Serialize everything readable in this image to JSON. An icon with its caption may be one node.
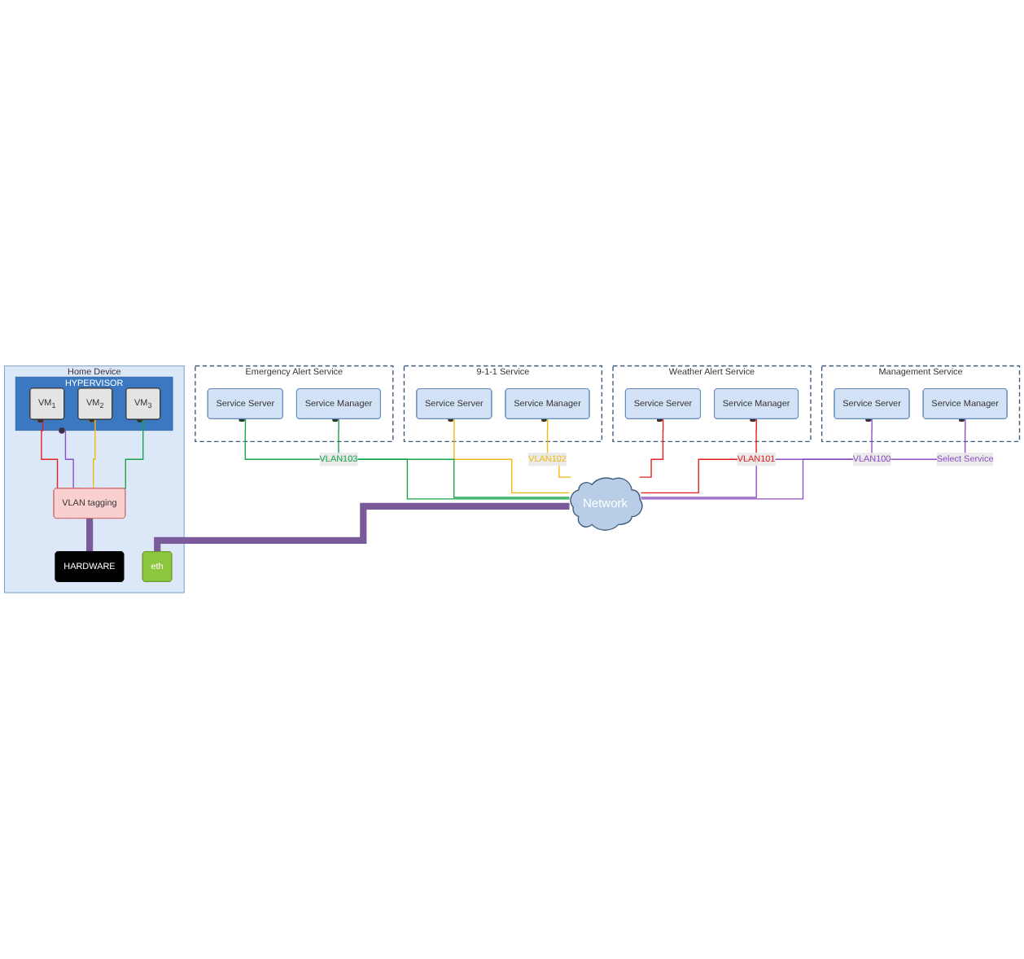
{
  "diagram": {
    "nodes": [
      {
        "text": [
          "Management Service"
        ]
      },
      {
        "text": [
          "Service Server"
        ],
        "in": 0
      },
      {
        "text": [
          "Service Manager"
        ],
        "in": 0
      },
      {
        "text": [
          "Weather Alert Service"
        ]
      },
      {
        "text": [
          "Service Server"
        ],
        "in": 3
      },
      {
        "text": [
          "Service Manager"
        ],
        "in": 3
      },
      {
        "text": [
          "9-1-1 Service"
        ]
      },
      {
        "text": [
          "Service Server"
        ],
        "in": 6
      },
      {
        "text": [
          "Service Manager"
        ],
        "in": 6
      },
      {
        "text": [
          "Emergency Alert Service"
        ]
      },
      {
        "text": [
          "Service Server"
        ],
        "in": 9
      },
      {
        "text": [
          "Service Manager"
        ],
        "in": 9
      },
      {
        "text": [
          "Network"
        ]
      },
      {
        "text": [
          "Home Device"
        ]
      },
      {
        "text": [
          "HYPERVISOR"
        ],
        "in": 13
      },
      {
        "text": [
          "VM$_{1}$"
        ],
        "in": 14
      },
      {
        "text": [
          "VM$_{2}$"
        ],
        "in": 14
      },
      {
        "text": [
          "VM$_{3}$"
        ],
        "in": 14
      },
      {
        "text": [
          "VLAN tagging"
        ],
        "in": 13
      },
      {
        "text": [
          "HARDWARE"
        ],
        "in": 13
      },
      {
        "text": [
          "eth"
        ],
        "in": 13
      }
    ],
    "edges": [
      {
        "from": 12,
        "to": 1,
        "arrow": "other",
        "label": "VLAN100",
        "color": "#8e4fc4"
      },
      {
        "from": 12,
        "to": 2,
        "arrow": "other",
        "label": "Select Service",
        "color": "#8e4fc4"
      },
      {
        "from": 12,
        "to": 4,
        "arrow": "other",
        "color": "#e31e1e"
      },
      {
        "from": 12,
        "to": 5,
        "arrow": "other",
        "label": "VLAN101",
        "color": "#e31e1e"
      },
      {
        "from": 12,
        "to": 7,
        "arrow": "other",
        "color": "#f2b90f"
      },
      {
        "from": 12,
        "to": 8,
        "arrow": "other",
        "label": "VLAN102",
        "color": "#f2b90f"
      },
      {
        "from": 12,
        "to": 10,
        "arrow": "other",
        "color": "#17a34a"
      },
      {
        "from": 12,
        "to": 11,
        "arrow": "other",
        "label": "VLAN103",
        "color": "#17a34a"
      },
      {
        "from": 18,
        "to": 15,
        "arrow": "other",
        "color": "#e31e1e"
      },
      {
        "from": 18,
        "to": 16,
        "arrow": "other",
        "color": "#f2b90f"
      },
      {
        "from": 18,
        "to": 17,
        "arrow": "other",
        "color": "#17a34a"
      },
      {
        "from": 18,
        "to": 14,
        "arrow": "other",
        "color": "#8e4fc4"
      },
      {
        "from": 19,
        "to": 18,
        "arrow": "none",
        "style": "thick"
      },
      {
        "from": 20,
        "to": 12,
        "arrow": "none",
        "style": "thick"
      }
    ]
  }
}
